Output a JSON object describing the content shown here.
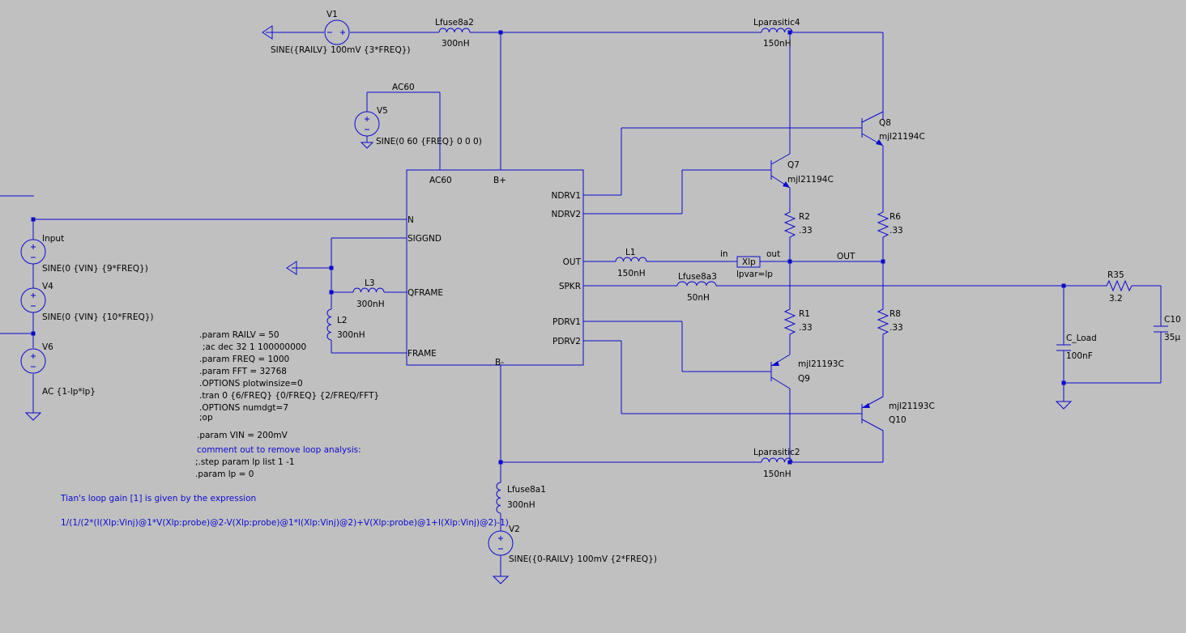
{
  "components": {
    "V1": {
      "name": "V1",
      "value": "SINE({RAILV} 100mV {3*FREQ})"
    },
    "Lfuse8a2": {
      "name": "Lfuse8a2",
      "value": "300nH"
    },
    "Lparasitic4": {
      "name": "Lparasitic4",
      "value": "150nH"
    },
    "V5": {
      "name": "V5",
      "value": "SINE(0 60 {FREQ} 0 0 0)"
    },
    "AC60_net": {
      "name": "AC60"
    },
    "Q8": {
      "name": "Q8",
      "value": "mjl21194C"
    },
    "Q7": {
      "name": "Q7",
      "value": "mjl21194C"
    },
    "R2": {
      "name": "R2",
      "value": ".33"
    },
    "R6": {
      "name": "R6",
      "value": ".33"
    },
    "R1": {
      "name": "R1",
      "value": ".33"
    },
    "R8": {
      "name": "R8",
      "value": ".33"
    },
    "Q9": {
      "name": "Q9",
      "value": "mjl21193C"
    },
    "Q10": {
      "name": "Q10",
      "value": "mjl21193C"
    },
    "Lparasitic2": {
      "name": "Lparasitic2",
      "value": "150nH"
    },
    "Lfuse8a1": {
      "name": "Lfuse8a1",
      "value": "300nH"
    },
    "V2": {
      "name": "V2",
      "value": "SINE({0-RAILV} 100mV {2*FREQ})"
    },
    "L1": {
      "name": "L1",
      "value": "150nH"
    },
    "Lfuse8a3": {
      "name": "Lfuse8a3",
      "value": "50nH"
    },
    "Xlp": {
      "name": "Xlp",
      "value": "lpvar=lp",
      "pin_in": "in",
      "pin_out": "out"
    },
    "OUT_net": {
      "name": "OUT"
    },
    "R35": {
      "name": "R35",
      "value": "3.2"
    },
    "C10": {
      "name": "C10",
      "value": "35µ"
    },
    "C_Load": {
      "name": "C_Load",
      "value": "100nF"
    },
    "L3": {
      "name": "L3",
      "value": "300nH"
    },
    "L2": {
      "name": "L2",
      "value": "300nH"
    },
    "Input": {
      "name": "Input",
      "value": "SINE(0 {VIN} {9*FREQ})"
    },
    "V4": {
      "name": "V4",
      "value": "SINE(0 {VIN} {10*FREQ})"
    },
    "V6": {
      "name": "V6",
      "value": "AC {1-lp*lp}"
    }
  },
  "amp_block": {
    "pins": {
      "ac60": "AC60",
      "bplus": "B+",
      "bminus": "B-",
      "n": "N",
      "siggnd": "SIGGND",
      "qframe": "QFRAME",
      "frame": "FRAME",
      "ndrv1": "NDRV1",
      "ndrv2": "NDRV2",
      "out": "OUT",
      "spkr": "SPKR",
      "pdrv1": "PDRV1",
      "pdrv2": "PDRV2"
    }
  },
  "directives": [
    ".param RAILV = 50",
    ";ac dec 32 1 100000000",
    ".param FREQ = 1000",
    ".param FFT = 32768",
    ".OPTIONS plotwinsize=0",
    ".tran 0 {6/FREQ} {0/FREQ} {2/FREQ/FFT}",
    ".OPTIONS numdgt=7",
    ";op"
  ],
  "param_vin": ".param VIN = 200mV",
  "loop_comment": "comment out to remove loop analysis:",
  "step_line": ";.step param lp list 1 -1",
  "param_lp": ".param lp = 0",
  "tian_text": "Tian's loop gain [1] is given by the expression",
  "tian_expr": "1/(1/(2*(I(Xlp:Vinj)@1*V(Xlp:probe)@2-V(Xlp:probe)@1*I(Xlp:Vinj)@2)+V(Xlp:probe)@1+I(Xlp:Vinj)@2)-1)",
  "colors": {
    "background": "#c0c0c0",
    "wire": "#0a0ad0",
    "text": "#000000"
  }
}
